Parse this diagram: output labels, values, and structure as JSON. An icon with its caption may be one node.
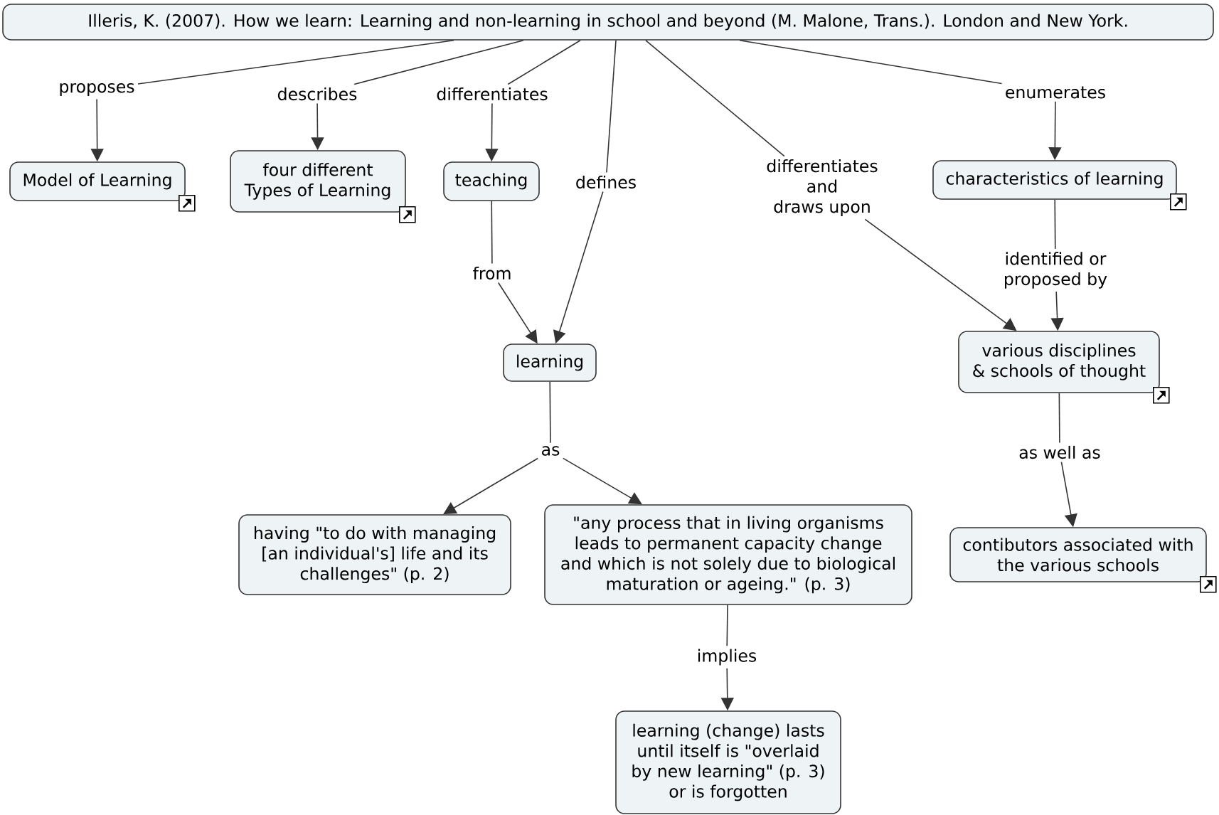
{
  "diagram": {
    "nodes": [
      {
        "text": [
          "Illeris, K. (2007). How we learn:  Learning and non-learning in school and beyond (M. Malone, Trans.). London and New York."
        ]
      },
      {
        "text": [
          "proposes"
        ]
      },
      {
        "text": [
          "Model of Learning"
        ]
      },
      {
        "text": [
          "describes"
        ]
      },
      {
        "text": [
          "four different Types of Learning"
        ]
      },
      {
        "text": [
          "differentiates"
        ]
      },
      {
        "text": [
          "teaching"
        ]
      },
      {
        "text": [
          "defines"
        ]
      },
      {
        "text": [
          "differentiates and draws upon"
        ]
      },
      {
        "text": [
          "enumerates"
        ]
      },
      {
        "text": [
          "characteristics of learning"
        ]
      },
      {
        "text": [
          "from"
        ]
      },
      {
        "text": [
          "learning"
        ]
      },
      {
        "text": [
          "identified or proposed by"
        ]
      },
      {
        "text": [
          "various disciplines & schools of thought"
        ]
      },
      {
        "text": [
          "as"
        ]
      },
      {
        "text": [
          "as well as"
        ]
      },
      {
        "text": [
          "having \"to do with managing [an individual's] life and its challenges\" (p. 2)"
        ]
      },
      {
        "text": [
          "\"any process that in living organisms leads to permanent capacity change and which is not solely due to biological maturation or ageing.\" (p. 3)"
        ]
      },
      {
        "text": [
          "contibutors associated with the various schools"
        ]
      },
      {
        "text": [
          "implies"
        ]
      },
      {
        "text": [
          "learning (change) lasts until itself is \"overlaid by new learning\" (p. 3) or is forgotten"
        ]
      }
    ],
    "edges": [
      {
        "from": 0,
        "to": 1,
        "arrow": "none"
      },
      {
        "from": 1,
        "to": 2,
        "arrow": "to"
      },
      {
        "from": 0,
        "to": 3,
        "arrow": "none"
      },
      {
        "from": 3,
        "to": 4,
        "arrow": "to"
      },
      {
        "from": 0,
        "to": 5,
        "arrow": "none"
      },
      {
        "from": 5,
        "to": 6,
        "arrow": "to"
      },
      {
        "from": 0,
        "to": 7,
        "arrow": "none"
      },
      {
        "from": 7,
        "to": 12,
        "arrow": "to"
      },
      {
        "from": 0,
        "to": 8,
        "arrow": "none"
      },
      {
        "from": 8,
        "to": 14,
        "arrow": "to"
      },
      {
        "from": 0,
        "to": 9,
        "arrow": "none"
      },
      {
        "from": 9,
        "to": 10,
        "arrow": "to"
      },
      {
        "from": 6,
        "to": 11,
        "arrow": "none"
      },
      {
        "from": 11,
        "to": 12,
        "arrow": "to"
      },
      {
        "from": 10,
        "to": 13,
        "arrow": "none"
      },
      {
        "from": 13,
        "to": 14,
        "arrow": "to"
      },
      {
        "from": 12,
        "to": 15,
        "arrow": "none"
      },
      {
        "from": 15,
        "to": 17,
        "arrow": "to"
      },
      {
        "from": 15,
        "to": 18,
        "arrow": "to"
      },
      {
        "from": 14,
        "to": 16,
        "arrow": "none"
      },
      {
        "from": 16,
        "to": 19,
        "arrow": "to"
      },
      {
        "from": 18,
        "to": 20,
        "arrow": "none"
      },
      {
        "from": 20,
        "to": 21,
        "arrow": "to"
      }
    ]
  }
}
